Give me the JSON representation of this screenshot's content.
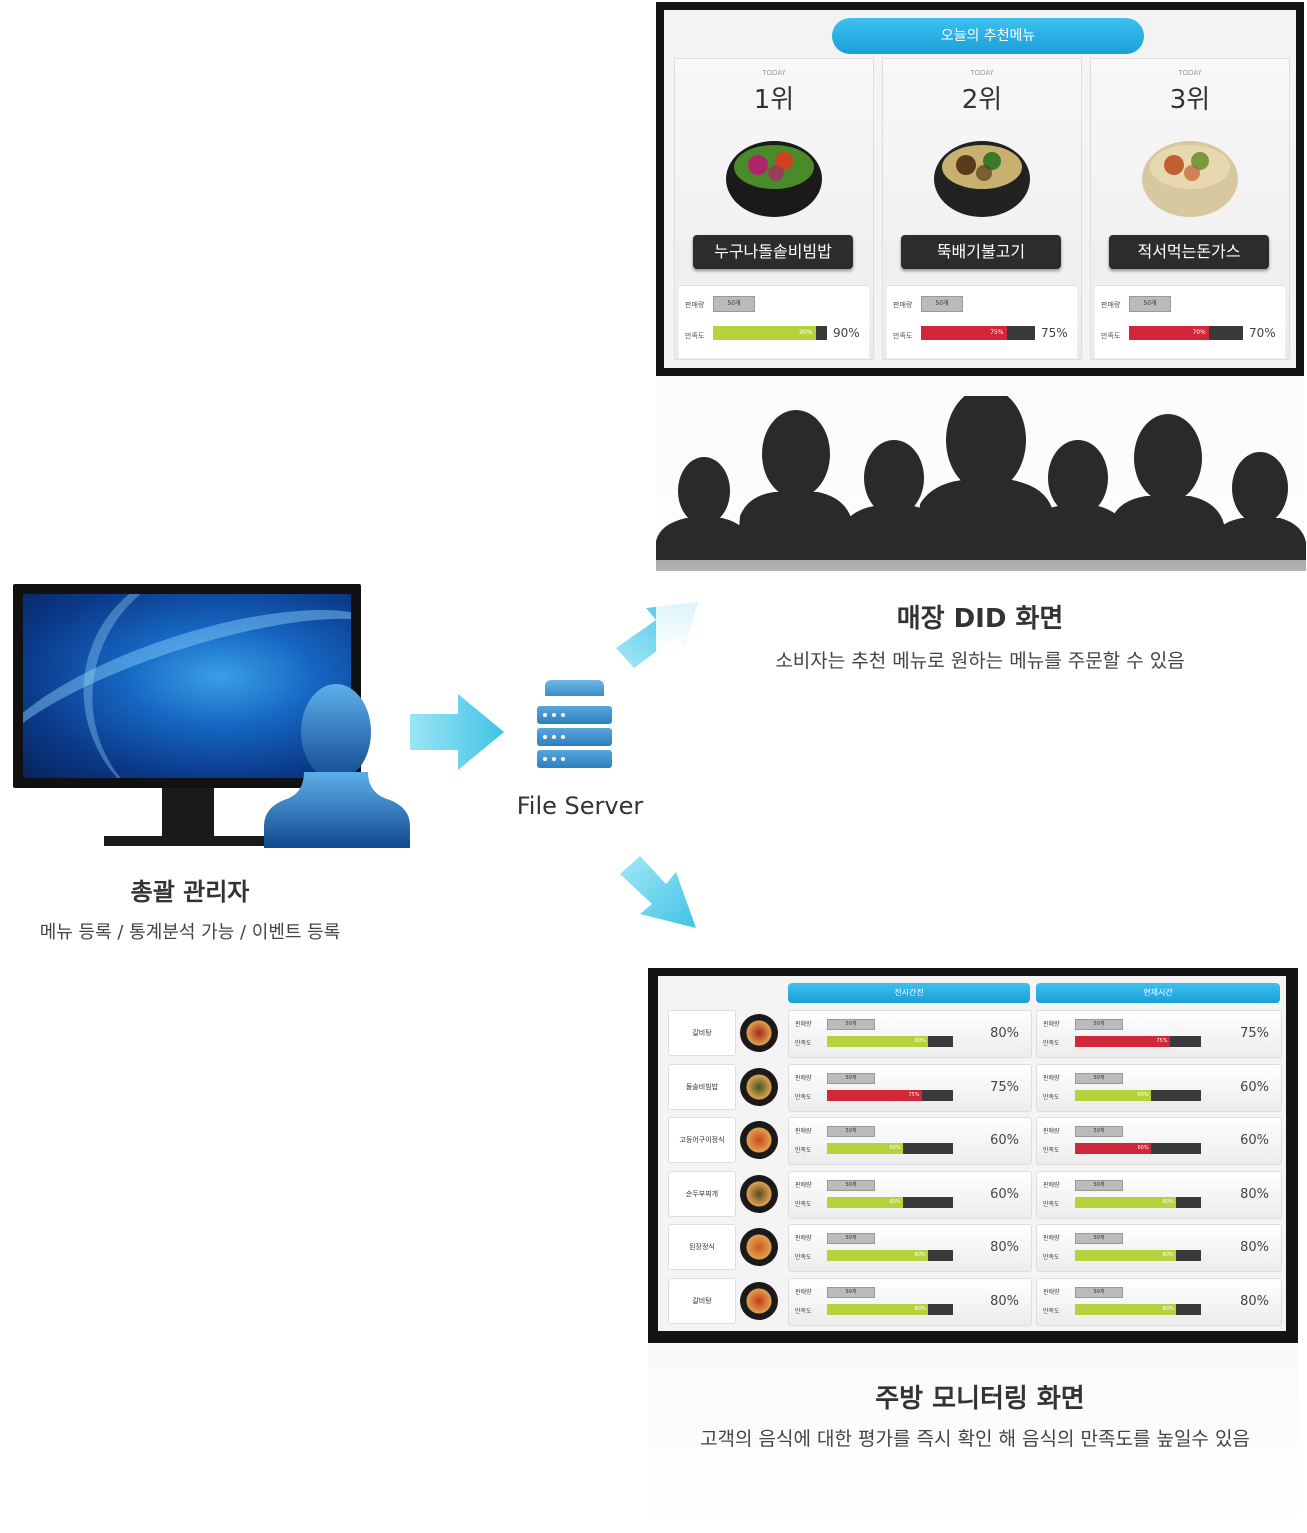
{
  "admin": {
    "title": "총괄 관리자",
    "subtitle": "메뉴 등록 / 통계분석 가능 / 이벤트 등록"
  },
  "server": {
    "label": "File Server"
  },
  "store_did": {
    "title": "매장 DID 화면",
    "subtitle": "소비자는 추천 메뉴로 원하는 메뉴를 주문할 수 있음",
    "screen_title": "오늘의 추천메뉴",
    "today_label": "TODAY",
    "sales_label": "판매량",
    "satisfaction_label": "만족도",
    "cards": [
      {
        "rank": "1위",
        "menu": "누구나돌솥비빔밥",
        "sales": "50개",
        "satisfaction": 90,
        "satisfaction_bar_text": "90%",
        "satisfaction_text": "90%",
        "bar_color": "#b5d33c"
      },
      {
        "rank": "2위",
        "menu": "뚝배기불고기",
        "sales": "50개",
        "satisfaction": 75,
        "satisfaction_bar_text": "75%",
        "satisfaction_text": "75%",
        "bar_color": "#d0283a"
      },
      {
        "rank": "3위",
        "menu": "적서먹는돈가스",
        "sales": "50개",
        "satisfaction": 70,
        "satisfaction_bar_text": "70%",
        "satisfaction_text": "70%",
        "bar_color": "#d0283a"
      }
    ]
  },
  "kitchen": {
    "title": "주방 모니터링 화면",
    "subtitle": "고객의 음식에 대한 평가를 즉시 확인 해 음식의 만족도를 높일수 있음",
    "columns": [
      "전시간전",
      "현재시간"
    ],
    "sales_label": "판매량",
    "satisfaction_label": "만족도",
    "rows": [
      {
        "name": "갈비탕",
        "cells": [
          {
            "sales": "50개",
            "sat": 80,
            "bar_text": "80%",
            "text": "80%",
            "color": "#b5d33c"
          },
          {
            "sales": "50개",
            "sat": 75,
            "bar_text": "75%",
            "text": "75%",
            "color": "#d0283a"
          }
        ]
      },
      {
        "name": "돌솥비빔밥",
        "cells": [
          {
            "sales": "50개",
            "sat": 75,
            "bar_text": "75%",
            "text": "75%",
            "color": "#d0283a"
          },
          {
            "sales": "50개",
            "sat": 60,
            "bar_text": "60%",
            "text": "60%",
            "color": "#b5d33c"
          }
        ]
      },
      {
        "name": "고등어구이정식",
        "cells": [
          {
            "sales": "50개",
            "sat": 60,
            "bar_text": "60%",
            "text": "60%",
            "color": "#b5d33c"
          },
          {
            "sales": "50개",
            "sat": 60,
            "bar_text": "60%",
            "text": "60%",
            "color": "#d0283a"
          }
        ]
      },
      {
        "name": "순두부찌개",
        "cells": [
          {
            "sales": "50개",
            "sat": 60,
            "bar_text": "60%",
            "text": "60%",
            "color": "#b5d33c"
          },
          {
            "sales": "50개",
            "sat": 80,
            "bar_text": "80%",
            "text": "80%",
            "color": "#b5d33c"
          }
        ]
      },
      {
        "name": "된장정식",
        "cells": [
          {
            "sales": "50개",
            "sat": 80,
            "bar_text": "80%",
            "text": "80%",
            "color": "#b5d33c"
          },
          {
            "sales": "50개",
            "sat": 80,
            "bar_text": "80%",
            "text": "80%",
            "color": "#b5d33c"
          }
        ]
      },
      {
        "name": "갈비탕",
        "cells": [
          {
            "sales": "50개",
            "sat": 80,
            "bar_text": "80%",
            "text": "80%",
            "color": "#b5d33c"
          },
          {
            "sales": "50개",
            "sat": 80,
            "bar_text": "80%",
            "text": "80%",
            "color": "#b5d33c"
          }
        ]
      }
    ]
  },
  "colors": {
    "accent_blue": "#1a9fd8",
    "arrow_cyan": "#5fd0ec",
    "user_blue": "#1f6fb8"
  },
  "icons": [
    "monitor-icon",
    "user-silhouette-icon",
    "server-icon",
    "arrow-right-icon",
    "arrow-up-right-icon",
    "arrow-down-right-icon",
    "crowd-silhouette-icon"
  ]
}
